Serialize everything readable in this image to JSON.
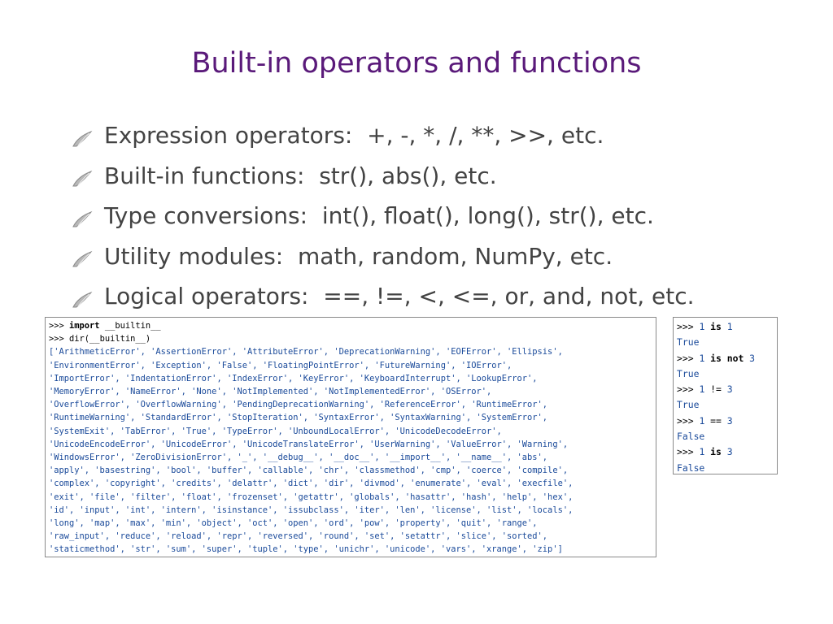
{
  "slide": {
    "title": "Built-in operators and functions"
  },
  "bullets": [
    {
      "text": "Expression operators:  +, -, *, /, **, >>, etc."
    },
    {
      "text": "Built-in functions:  str(), abs(), etc."
    },
    {
      "text": "Type conversions:  int(), float(), long(), str(), etc."
    },
    {
      "text": "Utility modules:  math, random, NumPy, etc."
    },
    {
      "text": "Logical operators:  ==, !=, <, <=, or, and, not, etc."
    }
  ],
  "code_left": {
    "cmd1_prompt": ">>> ",
    "cmd1_kw": "import",
    "cmd1_rest": " __builtin__",
    "cmd2_prompt": ">>> ",
    "cmd2_rest": "dir(__builtin__)",
    "output": [
      "['ArithmeticError', 'AssertionError', 'AttributeError', 'DeprecationWarning', 'EOFError', 'Ellipsis',",
      "'EnvironmentError', 'Exception', 'False', 'FloatingPointError', 'FutureWarning', 'IOError',",
      "'ImportError', 'IndentationError', 'IndexError', 'KeyError', 'KeyboardInterrupt', 'LookupError',",
      "'MemoryError', 'NameError', 'None', 'NotImplemented', 'NotImplementedError', 'OSError',",
      "'OverflowError', 'OverflowWarning', 'PendingDeprecationWarning', 'ReferenceError', 'RuntimeError',",
      "'RuntimeWarning', 'StandardError', 'StopIteration', 'SyntaxError', 'SyntaxWarning', 'SystemError',",
      "'SystemExit', 'TabError', 'True', 'TypeError', 'UnboundLocalError', 'UnicodeDecodeError',",
      "'UnicodeEncodeError', 'UnicodeError', 'UnicodeTranslateError', 'UserWarning', 'ValueError', 'Warning',",
      "'WindowsError', 'ZeroDivisionError', '_', '__debug__', '__doc__', '__import__', '__name__', 'abs',",
      "'apply', 'basestring', 'bool', 'buffer', 'callable', 'chr', 'classmethod', 'cmp', 'coerce', 'compile',",
      "'complex', 'copyright', 'credits', 'delattr', 'dict', 'dir', 'divmod', 'enumerate', 'eval', 'execfile',",
      "'exit', 'file', 'filter', 'float', 'frozenset', 'getattr', 'globals', 'hasattr', 'hash', 'help', 'hex',",
      "'id', 'input', 'int', 'intern', 'isinstance', 'issubclass', 'iter', 'len', 'license', 'list', 'locals',",
      "'long', 'map', 'max', 'min', 'object', 'oct', 'open', 'ord', 'pow', 'property', 'quit', 'range',",
      "'raw_input', 'reduce', 'reload', 'repr', 'reversed', 'round', 'set', 'setattr', 'slice', 'sorted',",
      "'staticmethod', 'str', 'sum', 'super', 'tuple', 'type', 'unichr', 'unicode', 'vars', 'xrange', 'zip']"
    ]
  },
  "code_right": {
    "prompt": ">>> ",
    "lines": [
      {
        "a": "1",
        "op": "is",
        "b": "1",
        "result": "True"
      },
      {
        "a": "1",
        "op": "is not",
        "b": "3",
        "result": "True"
      },
      {
        "a": "1",
        "op": "!=",
        "b": "3",
        "result": "True"
      },
      {
        "a": "1",
        "op": "==",
        "b": "3",
        "result": "False"
      },
      {
        "a": "1",
        "op": "is",
        "b": "3",
        "result": "False"
      }
    ]
  },
  "colors": {
    "title": "#5a1a7a",
    "bullet_text": "#434343",
    "code_output": "#1a4a9a"
  },
  "icons": {
    "bullet": "grey-quill-bullet-icon"
  }
}
